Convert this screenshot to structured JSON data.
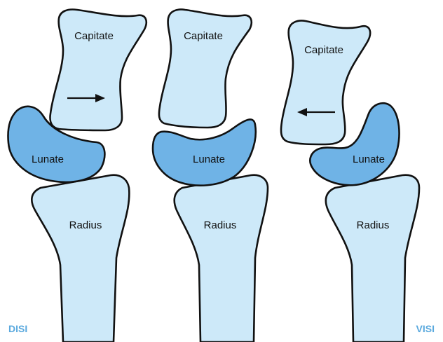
{
  "colors": {
    "bone_light": "#cde9f9",
    "bone_dark": "#6fb3e6",
    "outline": "#111111",
    "corner_label": "#5aa9de"
  },
  "panels": [
    {
      "capitate": "Capitate",
      "lunate": "Lunate",
      "radius": "Radius",
      "arrow_icon": "arrow-right-icon"
    },
    {
      "capitate": "Capitate",
      "lunate": "Lunate",
      "radius": "Radius"
    },
    {
      "capitate": "Capitate",
      "lunate": "Lunate",
      "radius": "Radius",
      "arrow_icon": "arrow-left-icon"
    }
  ],
  "corner_labels": {
    "left": "DISI",
    "right": "VISI"
  }
}
